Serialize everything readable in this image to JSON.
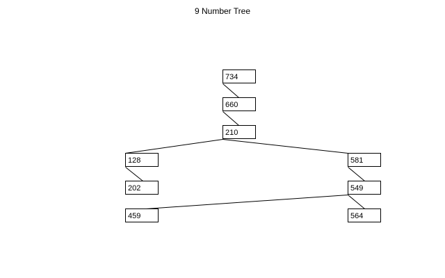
{
  "diagram": {
    "title": "9 Number Tree",
    "nodes": [
      {
        "id": "n734",
        "label": "734"
      },
      {
        "id": "n660",
        "label": "660"
      },
      {
        "id": "n210",
        "label": "210"
      },
      {
        "id": "n128",
        "label": "128"
      },
      {
        "id": "n581",
        "label": "581"
      },
      {
        "id": "n202",
        "label": "202"
      },
      {
        "id": "n549",
        "label": "549"
      },
      {
        "id": "n459",
        "label": "459"
      },
      {
        "id": "n564",
        "label": "564"
      }
    ],
    "edges": [
      {
        "from": "n734",
        "to": "n660"
      },
      {
        "from": "n660",
        "to": "n210"
      },
      {
        "from": "n210",
        "to": "n128"
      },
      {
        "from": "n210",
        "to": "n581"
      },
      {
        "from": "n128",
        "to": "n202"
      },
      {
        "from": "n581",
        "to": "n549"
      },
      {
        "from": "n549",
        "to": "n459"
      },
      {
        "from": "n549",
        "to": "n564"
      }
    ],
    "colors": {
      "stroke": "#000000",
      "fill": "#ffffff",
      "text": "#000000"
    }
  }
}
